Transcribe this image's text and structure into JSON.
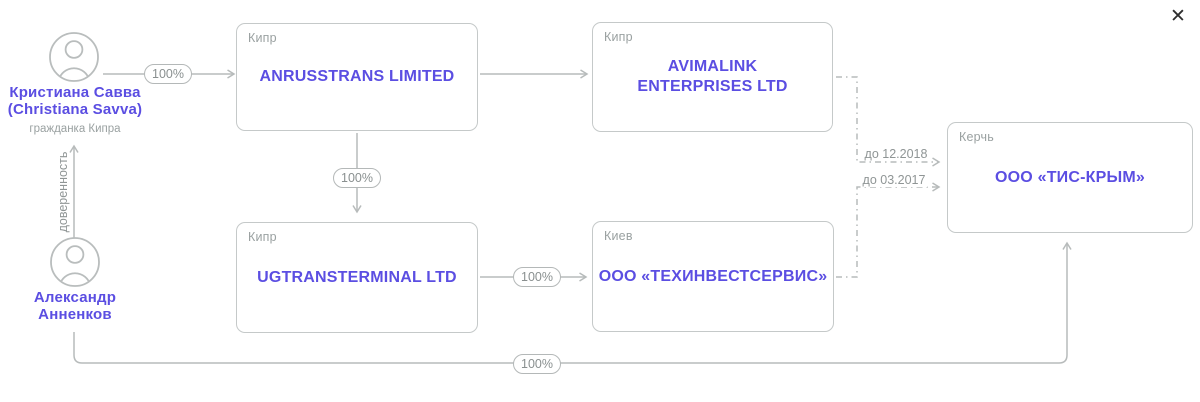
{
  "close": {
    "icon": "✕"
  },
  "persons": {
    "savva": {
      "name_line1": "Кристиана Савва",
      "name_line2": "(Christiana Savva)",
      "subtitle": "гражданка Кипра"
    },
    "annenkov": {
      "name_line1": "Александр",
      "name_line2": "Анненков"
    }
  },
  "companies": {
    "anrusstrans": {
      "location": "Кипр",
      "name": "ANRUSSTRANS LIMITED"
    },
    "avimalink": {
      "location": "Кипр",
      "name": "AVIMALINK ENTERPRISES LTD"
    },
    "ugtransterminal": {
      "location": "Кипр",
      "name": "UGTRANSTERMINAL LTD"
    },
    "tehinvestservis": {
      "location": "Киев",
      "name": "ООО «ТЕХИНВЕСТСЕРВИС»"
    },
    "tiskrym": {
      "location": "Керчь",
      "name": "ООО «ТИС-КРЫМ»"
    }
  },
  "edges": {
    "savva_to_anrusstrans": {
      "label": "100%"
    },
    "anrusstrans_to_ugtransterminal": {
      "label": "100%"
    },
    "ugtransterminal_to_tehinvestservis": {
      "label": "100%"
    },
    "annenkov_to_tiskrym": {
      "label": "100%"
    },
    "avimalink_to_tiskrym": {
      "label": "до 12.2018"
    },
    "tehinvestservis_to_tiskrym": {
      "label": "до 03.2017"
    },
    "annenkov_to_savva": {
      "label": "доверенность"
    }
  },
  "colors": {
    "accent": "#5b4ee2",
    "line": "#b7bbbb",
    "muted_text": "#8f9595",
    "location_text": "#9aa1a1"
  }
}
